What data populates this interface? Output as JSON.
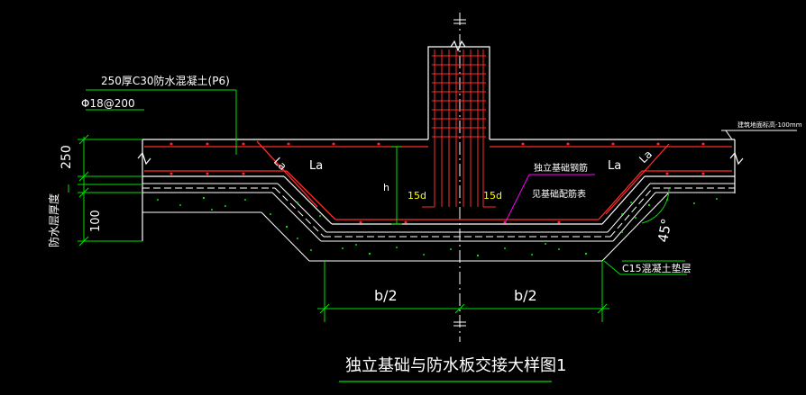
{
  "title": "独立基础与防水板交接大样图1",
  "labels": {
    "slab_spec": "250厚C30防水混凝土(P6)",
    "rebar_spec": "Φ18@200",
    "dim_250": "250",
    "dim_100": "100",
    "waterproof_thickness": "防水层厚度",
    "la_left_slope": "La",
    "la_left": "La",
    "la_right": "La",
    "la_right_slope": "La",
    "h": "h",
    "d15_left": "15d",
    "d15_right": "15d",
    "found_rebar": "独立基础钢筋",
    "found_rebar_note": "见基础配筋表",
    "angle": "45°",
    "c15": "C15混凝土垫层",
    "b_half_left": "b/2",
    "b_half_right": "b/2",
    "top_note": "建筑地面标高-100mm"
  },
  "colors": {
    "background": "#000000",
    "white": "#ffffff",
    "red": "#ff2a2a",
    "green": "#00e000",
    "yellow": "#ffff00",
    "magenta": "#ff00ff"
  }
}
